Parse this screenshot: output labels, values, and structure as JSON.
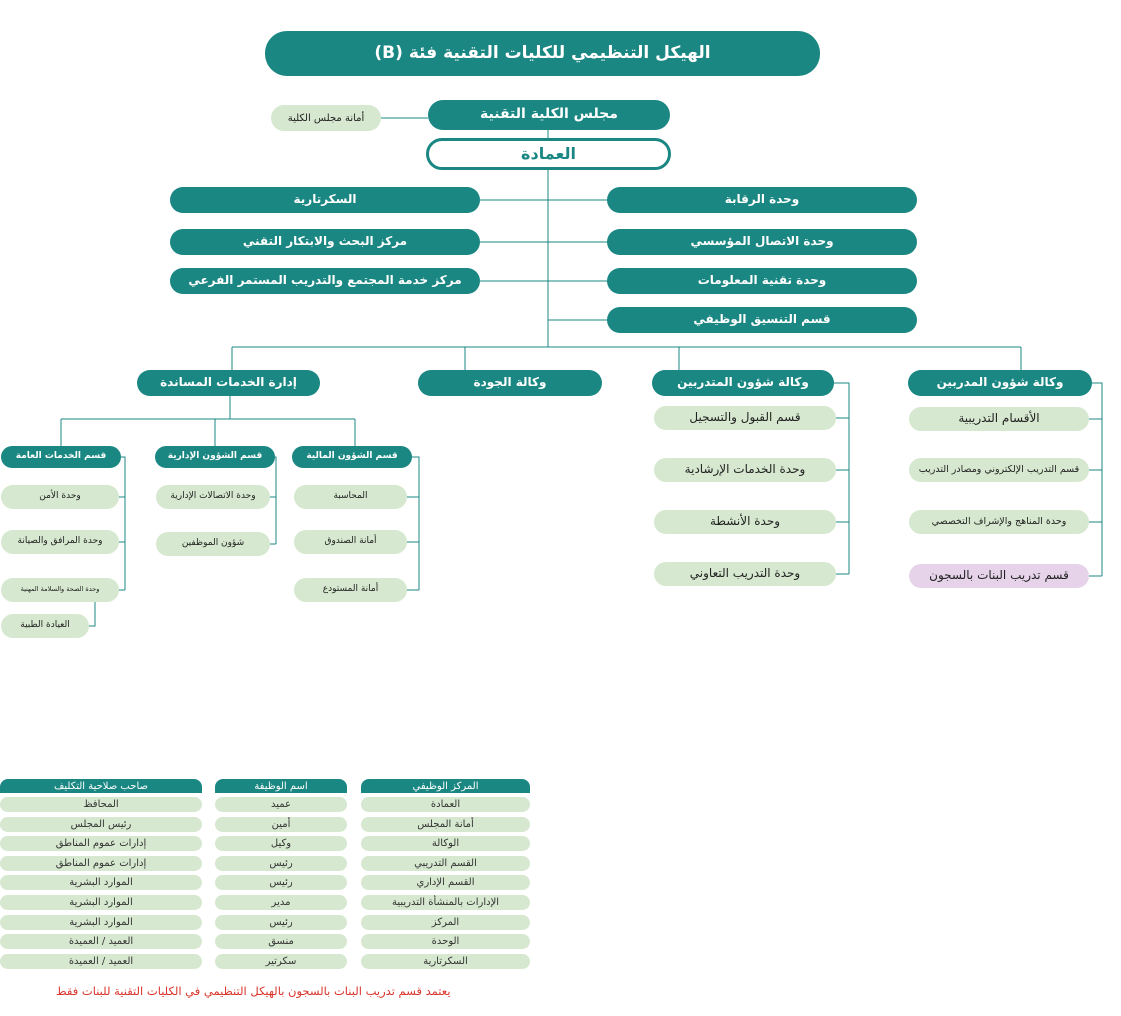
{
  "colors": {
    "primary": "#1b8783",
    "light": "#d6e8cf",
    "pink": "#e6d3ea",
    "note": "#d9342b",
    "line": "#1b8783"
  },
  "title": "الهيكل التنظيمي للكليات التقنية فئة (B)",
  "top": {
    "council": "مجلس الكلية التقنية",
    "council_secretariat": "أمانة مجلس الكلية",
    "deanship": "العمادة"
  },
  "left_units": [
    "السكرتارية",
    "مركز البحث والابتكار التقني",
    "مركز خدمة المجتمع والتدريب المستمر الفرعي"
  ],
  "right_units": [
    "وحدة الرقابة",
    "وحدة الاتصال المؤسسي",
    "وحدة تقنية المعلومات",
    "قسم التنسيق الوظيفي"
  ],
  "agencies": {
    "trainers": {
      "title": "وكالة شؤون المدربين",
      "items": [
        "الأقسام التدريبية",
        "قسم التدريب الإلكتروني ومصادر التدريب",
        "وحدة المناهج والإشراف التخصصي",
        "قسم تدريب البنات بالسجون"
      ]
    },
    "trainees": {
      "title": "وكالة شؤون المتدربين",
      "items": [
        "قسم القبول والتسجيل",
        "وحدة الخدمات الإرشادية",
        "وحدة الأنشطة",
        "وحدة التدريب التعاوني"
      ]
    },
    "quality": {
      "title": "وكالة الجودة"
    },
    "support": {
      "title": "إدارة الخدمات المساندة",
      "financial": {
        "title": "قسم الشؤون المالية",
        "items": [
          "المحاسبة",
          "أمانة الصندوق",
          "أمانة المستودع"
        ]
      },
      "admin": {
        "title": "قسم الشؤون الإدارية",
        "items": [
          "وحدة الاتصالات الإدارية",
          "شؤون الموظفين"
        ]
      },
      "general": {
        "title": "قسم الخدمات العامة",
        "items": [
          "وحدة الأمن",
          "وحدة المرافق والصيانة",
          "وحدة الصحة والسلامة المهنية",
          "العيادة الطبية"
        ]
      }
    }
  },
  "table": {
    "headers": [
      "المركز الوظيفي",
      "اسم الوظيفة",
      "صاحب صلاحية التكليف"
    ],
    "rows": [
      [
        "العمادة",
        "عميد",
        "المحافظ"
      ],
      [
        "أمانة المجلس",
        "أمين",
        "رئيس المجلس"
      ],
      [
        "الوكالة",
        "وكيل",
        "إدارات عموم المناطق"
      ],
      [
        "القسم التدريبي",
        "رئيس",
        "إدارات عموم المناطق"
      ],
      [
        "القسم الإداري",
        "رئيس",
        "الموارد البشرية"
      ],
      [
        "الإدارات بالمنشأة التدريبية",
        "مدير",
        "الموارد البشرية"
      ],
      [
        "المركز",
        "رئيس",
        "الموارد البشرية"
      ],
      [
        "الوحدة",
        "منسق",
        "العميد / العميدة"
      ],
      [
        "السكرتارية",
        "سكرتير",
        "العميد / العميدة"
      ]
    ]
  },
  "note": "يعتمد قسم تدريب البنات بالسجون بالهيكل التنظيمي في الكليات التقنية للبنات فقط"
}
